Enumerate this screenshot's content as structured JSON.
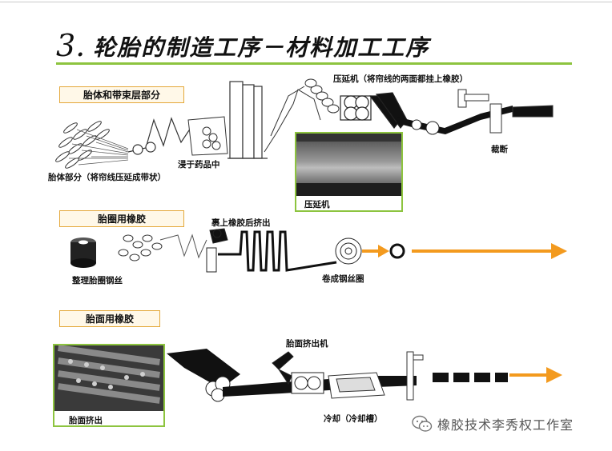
{
  "title": {
    "number": "3.",
    "text": "轮胎的制造工序－材料加工工序"
  },
  "sections": {
    "body_belt": {
      "label": "胎体和带束层部分",
      "captions": {
        "ply_part": "胎体部分（将帘线压延成带状）",
        "dip": "浸于药品中",
        "calender": "压延机（将帘线的两面都挂上橡胶）",
        "photo": "压延机",
        "cut": "裁断"
      }
    },
    "bead": {
      "label": "胎圈用橡胶",
      "captions": {
        "wire": "整理胎圈钢丝",
        "coat": "裹上橡胶后挤出",
        "wind": "卷成钢丝圈"
      }
    },
    "tread": {
      "label": "胎面用橡胶",
      "captions": {
        "extruder": "胎面挤出机",
        "photo": "胎面挤出",
        "cool": "冷却（冷却槽）"
      }
    }
  },
  "colors": {
    "accent_green": "#8dc43f",
    "arrow_orange": "#f39a1e",
    "label_border": "#e4a83a"
  },
  "watermark": {
    "icon": "wechat-icon",
    "text": "橡胶技术李秀权工作室"
  }
}
